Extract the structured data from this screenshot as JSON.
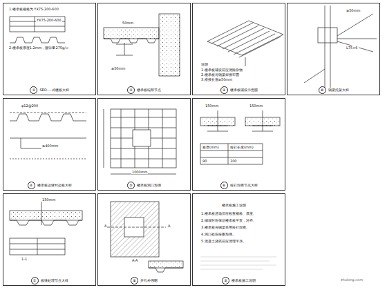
{
  "diagram": {
    "nodes": [
      {
        "text": [
          "①",
          "SEO-一式楼板大样"
        ]
      },
      {
        "text": [
          "②",
          "楼承板端部节点"
        ]
      },
      {
        "text": [
          "③",
          "楼承板铺设示意图"
        ]
      },
      {
        "text": [
          "⑩",
          "钢梁托架大样"
        ]
      },
      {
        "text": [
          "④",
          "楼承板边缘封边板大样"
        ]
      },
      {
        "text": [
          "⑤",
          "楼承板洞口加强"
        ]
      },
      {
        "text": [
          "⑥",
          "栓钉焊接节点大样"
        ]
      },
      {
        "text": [
          "⑦",
          "板缝处理节点大样"
        ]
      },
      {
        "text": [
          "⑧",
          "开孔补强图"
        ]
      },
      {
        "text": [
          "⑨",
          "楼承板施工说明"
        ]
      }
    ],
    "labels": [
      "1.楼承板规格为 YX75-200-600",
      "YX75-200-600",
      "2.楼承板厚度1.2mm，镀锌量275g/㎡",
      "50mm",
      "≥50mm",
      "说明",
      "1.楼承板铺设前应清除杂物",
      "2.楼承板与钢梁焊接牢固",
      "3.搭接长度≥50mm",
      "≥50mm",
      "L75×6",
      "φ12@200",
      "≥400mm",
      "1000mm",
      "150mm",
      "150mm",
      "板厚(mm)",
      "栓钉长度(mm)",
      "90",
      "100",
      "150mm",
      "1-1",
      "A-A",
      "A",
      "A",
      "楼承板施工说明",
      "1.楼承板进场后应检查规格、厚度。",
      "2.铺设时应保证楼承板平直，对齐。",
      "3.楼承板与钢梁采用栓钉焊接。",
      "4.洞口处应按图加强。",
      "5.混凝土浇筑前应清理干净。",
      "zhulong.com"
    ]
  }
}
